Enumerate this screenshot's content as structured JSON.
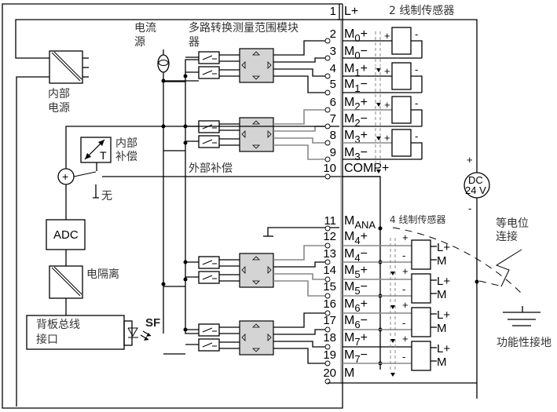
{
  "labels": {
    "current_source": [
      "电流",
      "源"
    ],
    "mux_module": [
      "多路转换测量范围模块",
      "器"
    ],
    "internal_power": [
      "内部",
      "电源"
    ],
    "internal_comp": [
      "内部",
      "补偿"
    ],
    "none": "无",
    "external_comp": "外部补偿",
    "adc": "ADC",
    "isolation": "电隔离",
    "backplane": [
      "背板总线",
      "接口"
    ],
    "sf": "SF",
    "temp_T": "T",
    "two_wire": "2 线制传感器",
    "four_wire": "4 线制传感器",
    "dc_supply": [
      "DC",
      "24 V"
    ],
    "equipotential": [
      "等电位",
      "连接"
    ],
    "functional_ground": "功能性接地",
    "plus": "+",
    "minus": "-"
  },
  "terminals": [
    {
      "num": "1",
      "sig": "L+",
      "sub": ""
    },
    {
      "num": "2",
      "sig": "M",
      "sub": "0",
      "suf": "+"
    },
    {
      "num": "3",
      "sig": "M",
      "sub": "0",
      "suf": "−"
    },
    {
      "num": "4",
      "sig": "M",
      "sub": "1",
      "suf": "+"
    },
    {
      "num": "5",
      "sig": "M",
      "sub": "1",
      "suf": "−"
    },
    {
      "num": "6",
      "sig": "M",
      "sub": "2",
      "suf": "+"
    },
    {
      "num": "7",
      "sig": "M",
      "sub": "2",
      "suf": "−"
    },
    {
      "num": "8",
      "sig": "M",
      "sub": "3",
      "suf": "+"
    },
    {
      "num": "9",
      "sig": "M",
      "sub": "3",
      "suf": "−"
    },
    {
      "num": "10",
      "sig": "COMP+",
      "sub": ""
    },
    {
      "num": "11",
      "sig": "M",
      "sub": "ANA",
      "suf": ""
    },
    {
      "num": "12",
      "sig": "M",
      "sub": "4",
      "suf": "+"
    },
    {
      "num": "13",
      "sig": "M",
      "sub": "4",
      "suf": "−"
    },
    {
      "num": "14",
      "sig": "M",
      "sub": "5",
      "suf": "+"
    },
    {
      "num": "15",
      "sig": "M",
      "sub": "5",
      "suf": "−"
    },
    {
      "num": "16",
      "sig": "M",
      "sub": "6",
      "suf": "+"
    },
    {
      "num": "17",
      "sig": "M",
      "sub": "6",
      "suf": "−"
    },
    {
      "num": "18",
      "sig": "M",
      "sub": "7",
      "suf": "+"
    },
    {
      "num": "19",
      "sig": "M",
      "sub": "7",
      "suf": "−"
    },
    {
      "num": "20",
      "sig": "M",
      "sub": ""
    }
  ],
  "four_wire_sensor_pins": [
    "L+",
    "M"
  ]
}
